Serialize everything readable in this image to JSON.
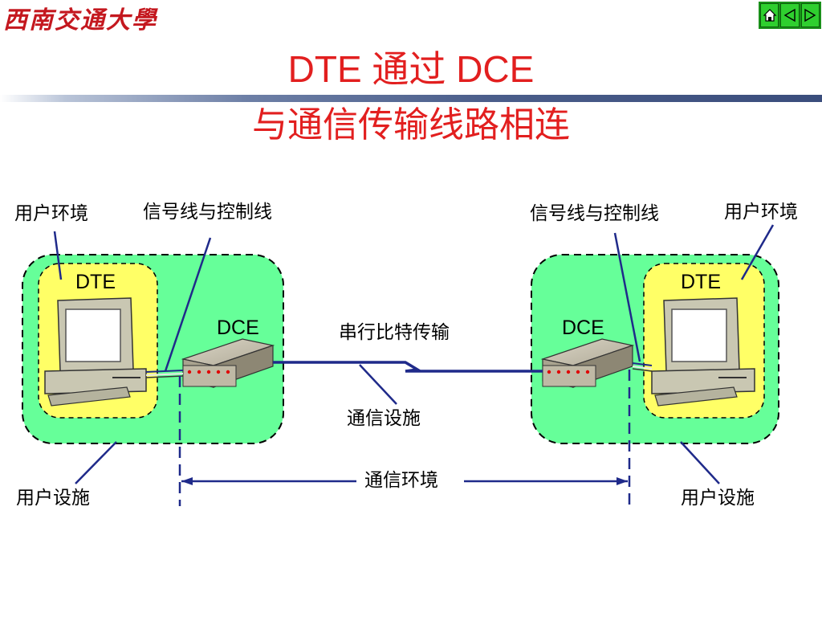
{
  "logo_text": "西南交通大學",
  "title_line1": "DTE 通过 DCE",
  "title_line2": "与通信传输线路相连",
  "labels": {
    "user_env_left": "用户环境",
    "signal_left": "信号线与控制线",
    "signal_right": "信号线与控制线",
    "user_env_right": "用户环境",
    "dte_left": "DTE",
    "dte_right": "DTE",
    "dce_left": "DCE",
    "dce_right": "DCE",
    "serial": "串行比特传输",
    "comm_facility": "通信设施",
    "comm_env": "通信环境",
    "user_facility_left": "用户设施",
    "user_facility_right": "用户设施"
  },
  "nav": {
    "icons": [
      "home-icon",
      "prev-arrow-icon",
      "next-arrow-icon"
    ]
  },
  "colors": {
    "title": "#e21f1f",
    "user_facility_fill": "#66ff99",
    "user_env_fill": "#ffff66",
    "line": "#1f2a8a"
  }
}
